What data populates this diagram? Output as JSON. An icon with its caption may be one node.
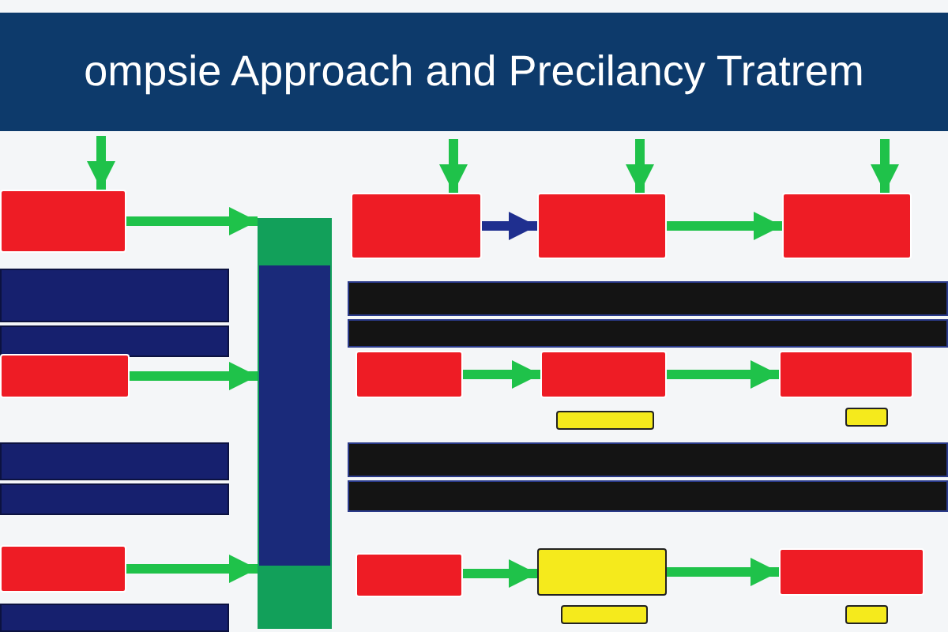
{
  "diagram": {
    "title": "ompsie Approach and Precilancy Tratrem",
    "nodes": [
      {
        "text": [],
        "shape": "box"
      },
      {
        "text": [],
        "shape": "box"
      },
      {
        "text": [],
        "shape": "box"
      },
      {
        "text": [],
        "shape": "box"
      },
      {
        "text": [],
        "shape": "bar"
      },
      {
        "text": [],
        "shape": "bar"
      },
      {
        "text": [],
        "shape": "bar"
      },
      {
        "text": [],
        "shape": "bar"
      },
      {
        "text": [],
        "shape": "bar"
      },
      {
        "text": [],
        "shape": "box"
      },
      {
        "text": [],
        "shape": "box"
      },
      {
        "text": [],
        "shape": "box"
      },
      {
        "text": [],
        "shape": "box"
      },
      {
        "text": [],
        "shape": "box"
      },
      {
        "text": [],
        "shape": "box"
      },
      {
        "text": [],
        "shape": "bar"
      },
      {
        "text": [],
        "shape": "bar"
      },
      {
        "text": [],
        "shape": "bar"
      },
      {
        "text": [],
        "shape": "bar"
      },
      {
        "text": [],
        "shape": "box"
      },
      {
        "text": [],
        "shape": "box"
      },
      {
        "text": [],
        "shape": "box"
      },
      {
        "text": [],
        "shape": "box"
      },
      {
        "text": [],
        "shape": "box"
      },
      {
        "text": [],
        "shape": "box"
      },
      {
        "text": [],
        "shape": "bar"
      }
    ],
    "edges": [
      {
        "from": null,
        "to": 0,
        "arrow": "to"
      },
      {
        "from": 0,
        "to": 8,
        "arrow": "to"
      },
      {
        "from": null,
        "to": 1,
        "arrow": "to"
      },
      {
        "from": 1,
        "to": 2,
        "arrow": "to",
        "color": "#1f2f8f"
      },
      {
        "from": null,
        "to": 2,
        "arrow": "to"
      },
      {
        "from": 2,
        "to": 3,
        "arrow": "to"
      },
      {
        "from": null,
        "to": 3,
        "arrow": "to"
      },
      {
        "from": 9,
        "to": 8,
        "arrow": "to"
      },
      {
        "from": 10,
        "to": 11,
        "arrow": "to"
      },
      {
        "from": 11,
        "to": 12,
        "arrow": "to"
      },
      {
        "from": 19,
        "to": 8,
        "arrow": "to"
      },
      {
        "from": 20,
        "to": 21,
        "arrow": "to"
      },
      {
        "from": 21,
        "to": 22,
        "arrow": "to"
      }
    ]
  }
}
